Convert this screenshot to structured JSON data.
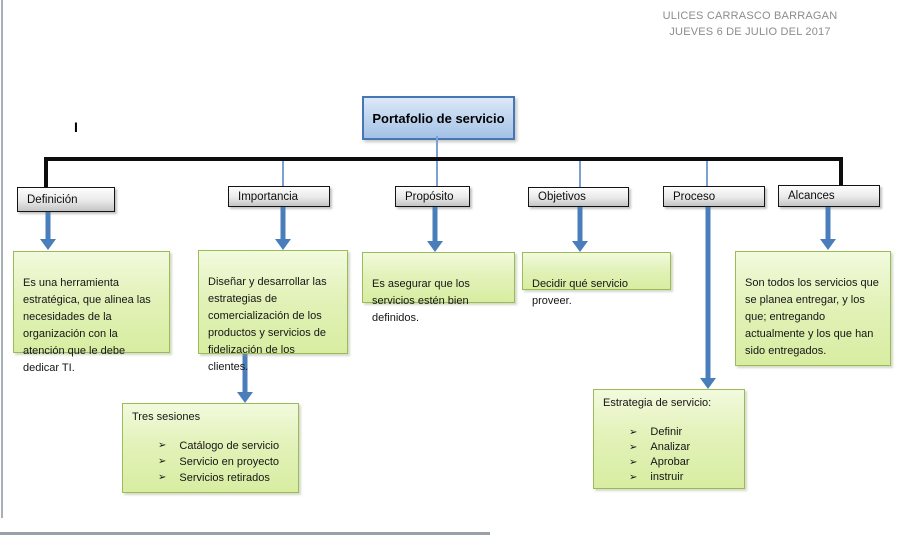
{
  "header": {
    "author": "ULICES CARRASCO BARRAGAN",
    "date": "JUEVES 6 DE JULIO DEL 2017"
  },
  "stray_mark": "I",
  "root": {
    "label": "Portafolio de servicio"
  },
  "branches": [
    {
      "label": "Definición",
      "description": "Es una herramienta\nestratégica, que alinea las\nnecesidades de la\norganización con la\natención que le debe\ndedicar TI."
    },
    {
      "label": "Importancia",
      "description": "Diseñar y desarrollar las\nestrategias de\ncomercialización de los\nproductos y servicios de\nfidelización de los clientes."
    },
    {
      "label": "Propósito",
      "description": "Es asegurar que los\nservicios estén bien\ndefinidos."
    },
    {
      "label": "Objetivos",
      "description": "Decidir qué servicio\nproveer."
    },
    {
      "label": "Proceso"
    },
    {
      "label": "Alcances",
      "description": "Son todos los servicios que\nse planea entregar, y los\nque; entregando\nactualmente y los que han\nsido entregados."
    }
  ],
  "tres_sesiones": {
    "title": "Tres sesiones",
    "bullet": "➢",
    "items": [
      "Catálogo de servicio",
      "Servicio en proyecto",
      "Servicios retirados"
    ]
  },
  "estrategia": {
    "title": "Estrategia de servicio:",
    "bullet": "➢",
    "items": [
      "Definir",
      "Analizar",
      "Aprobar",
      "instruir"
    ]
  },
  "colors": {
    "arrow": "#4a7ebb",
    "root_border": "#4776b5",
    "green_border": "#9bbb59",
    "gray_border": "#141414",
    "header_text": "#8c8c8c"
  }
}
